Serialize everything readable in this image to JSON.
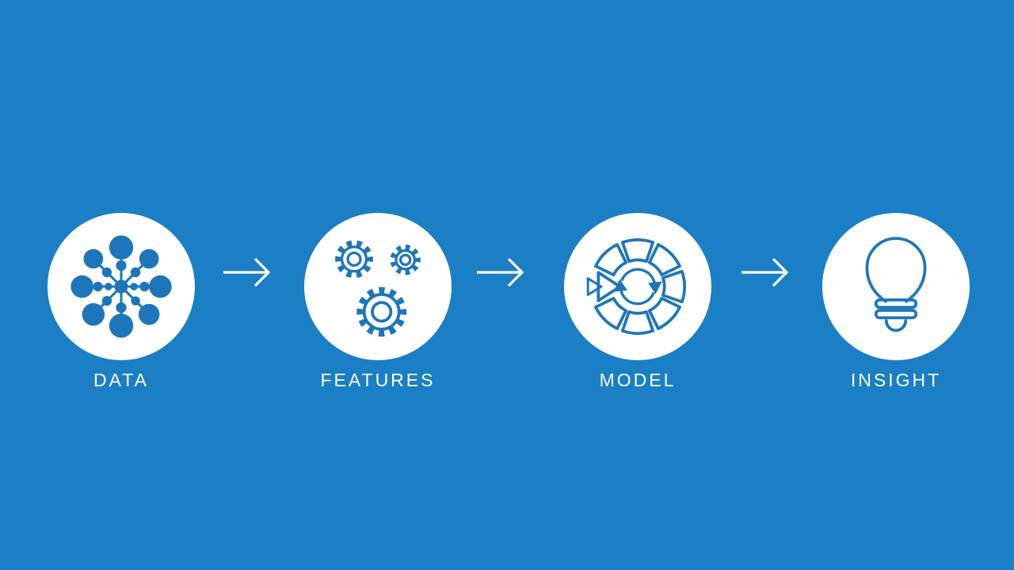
{
  "colors": {
    "background": "#1a7fc4",
    "node_fill": "#ffffff",
    "icon_accent": "#1e76ba",
    "text": "#ffffff",
    "arrow": "#ffffff"
  },
  "steps": [
    {
      "label": "DATA",
      "icon": "data-network-icon"
    },
    {
      "label": "FEATURES",
      "icon": "gears-icon"
    },
    {
      "label": "MODEL",
      "icon": "model-cycle-icon"
    },
    {
      "label": "INSIGHT",
      "icon": "lightbulb-icon"
    }
  ],
  "connectors": [
    {
      "icon": "arrow-right-icon"
    },
    {
      "icon": "arrow-right-icon"
    },
    {
      "icon": "arrow-right-icon"
    }
  ]
}
